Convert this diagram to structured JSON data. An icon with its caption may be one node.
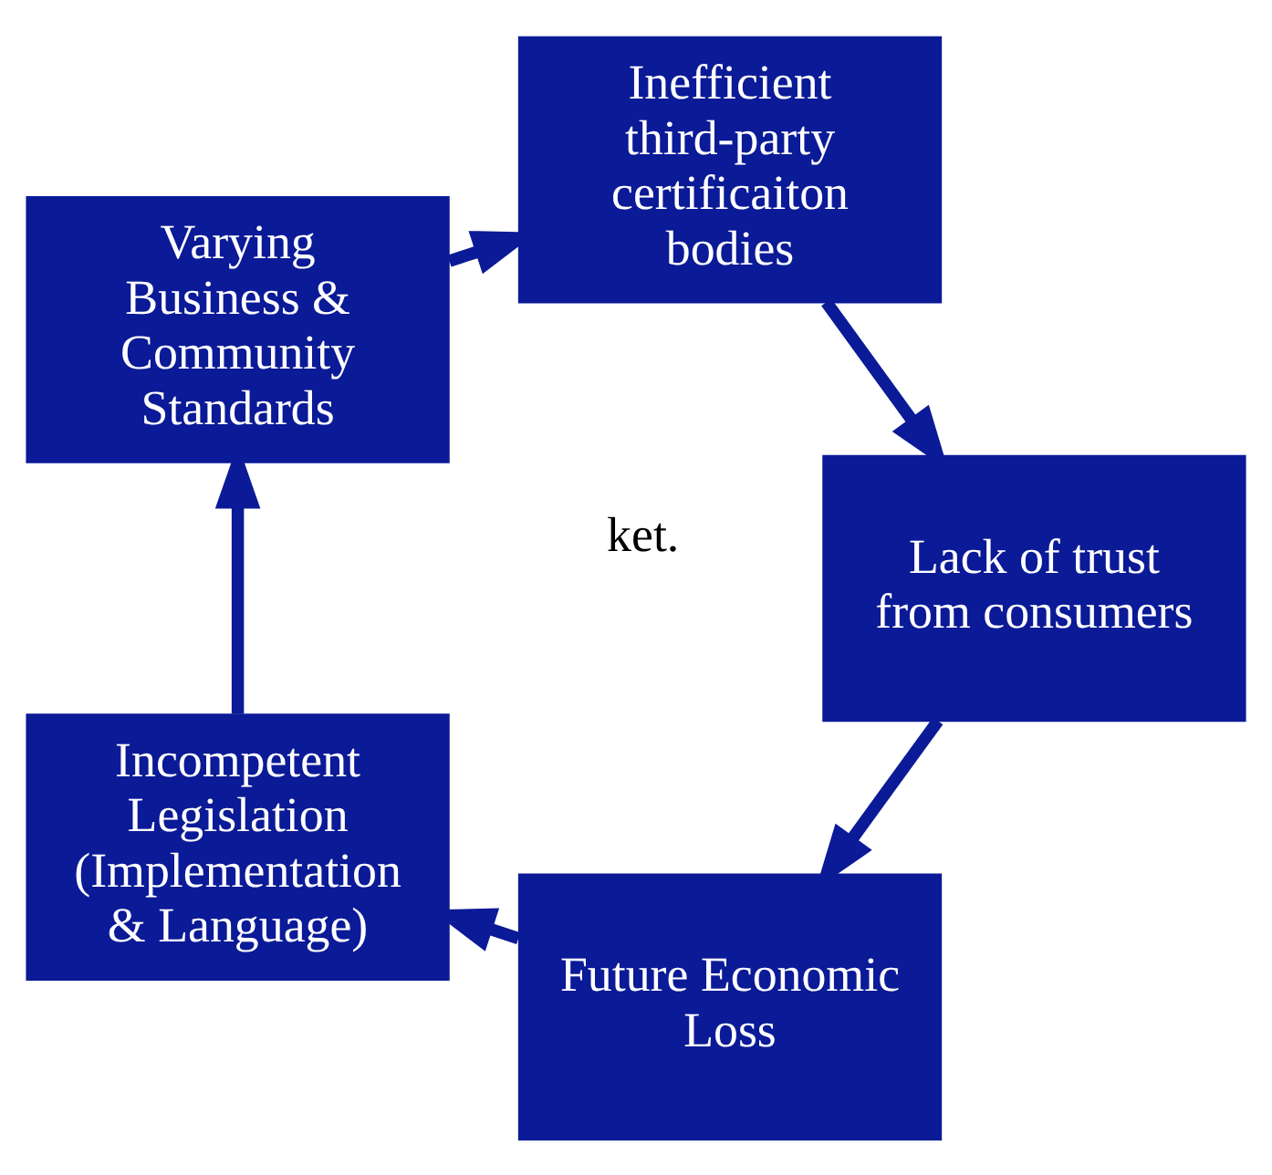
{
  "diagram": {
    "nodes": [
      {
        "text": [
          "Future Economic Loss"
        ]
      },
      {
        "text": [
          "Incompetent Legislation (Implementation & Language)"
        ]
      },
      {
        "text": [
          "Varying Business & Community Standards"
        ]
      },
      {
        "text": [
          "Inefficient third-party certificaiton bodies"
        ]
      },
      {
        "text": [
          "Lack of trust from consumers"
        ]
      }
    ],
    "edges": [
      {
        "from": 0,
        "to": 1,
        "arrow": "to"
      },
      {
        "from": 1,
        "to": 2,
        "arrow": "to"
      },
      {
        "from": 2,
        "to": 3,
        "arrow": "to"
      },
      {
        "from": 3,
        "to": 4,
        "arrow": "to"
      },
      {
        "from": 4,
        "to": 0,
        "arrow": "to"
      }
    ],
    "labels": [
      "ket."
    ]
  }
}
